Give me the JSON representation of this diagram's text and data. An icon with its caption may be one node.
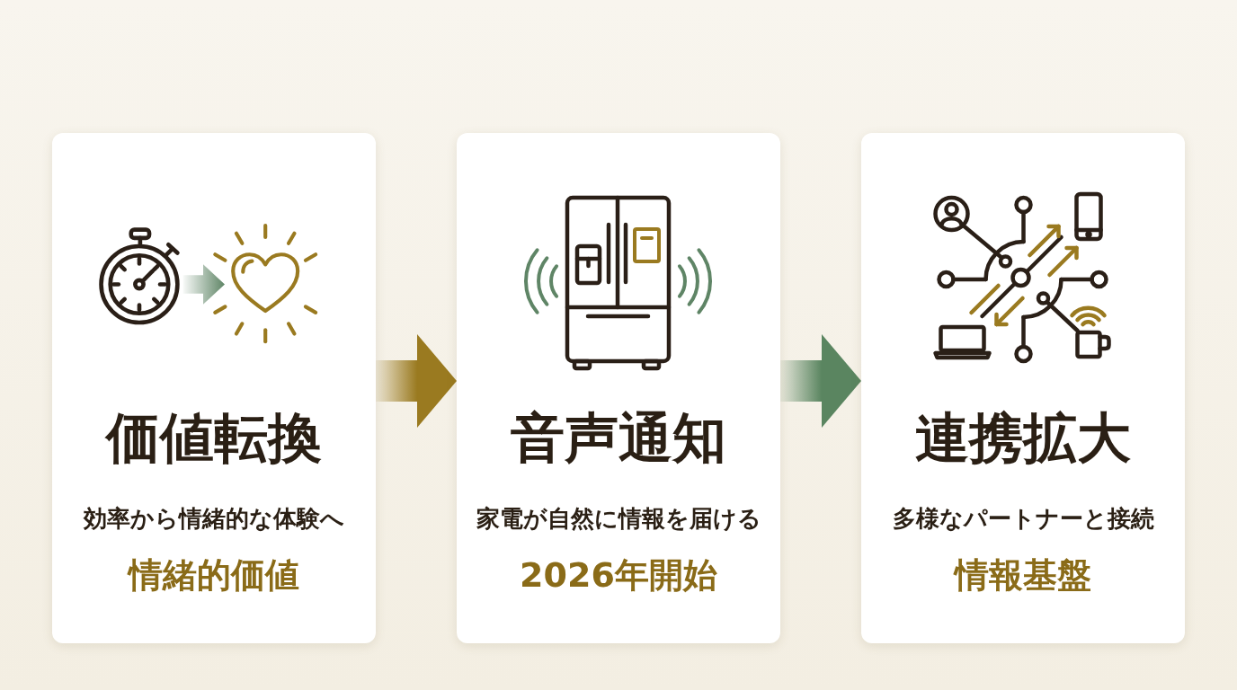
{
  "diagram": {
    "nodes": [
      {
        "text": [
          "価値転換",
          "効率から情緒的な体験へ",
          "情緒的価値"
        ]
      },
      {
        "text": [
          "音声通知",
          "家電が自然に情報を届ける",
          "2026年開始"
        ]
      },
      {
        "text": [
          "連携拡大",
          "多様なパートナーと接続",
          "情報基盤"
        ]
      }
    ],
    "edges": [
      {
        "from": 0,
        "to": 1,
        "arrow": "to",
        "color": "#9a7a20"
      },
      {
        "from": 1,
        "to": 2,
        "arrow": "to",
        "color": "#5a8560"
      }
    ]
  }
}
